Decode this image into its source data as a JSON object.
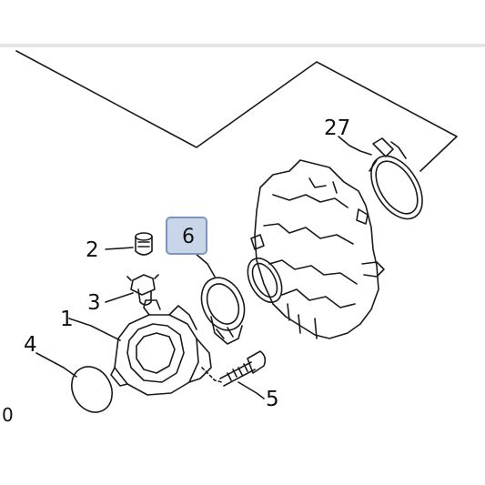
{
  "diagram": {
    "callouts": {
      "c27": "27",
      "c2": "2",
      "c6": "6",
      "c3": "3",
      "c1": "1",
      "c4": "4",
      "c5": "5",
      "c0": "0"
    },
    "highlighted_part": "6",
    "colors": {
      "line": "#1a1a1a",
      "highlight_fill": "#c9d6e9",
      "highlight_border": "#7d96b9",
      "top_bar": "#e4e4e6"
    }
  }
}
